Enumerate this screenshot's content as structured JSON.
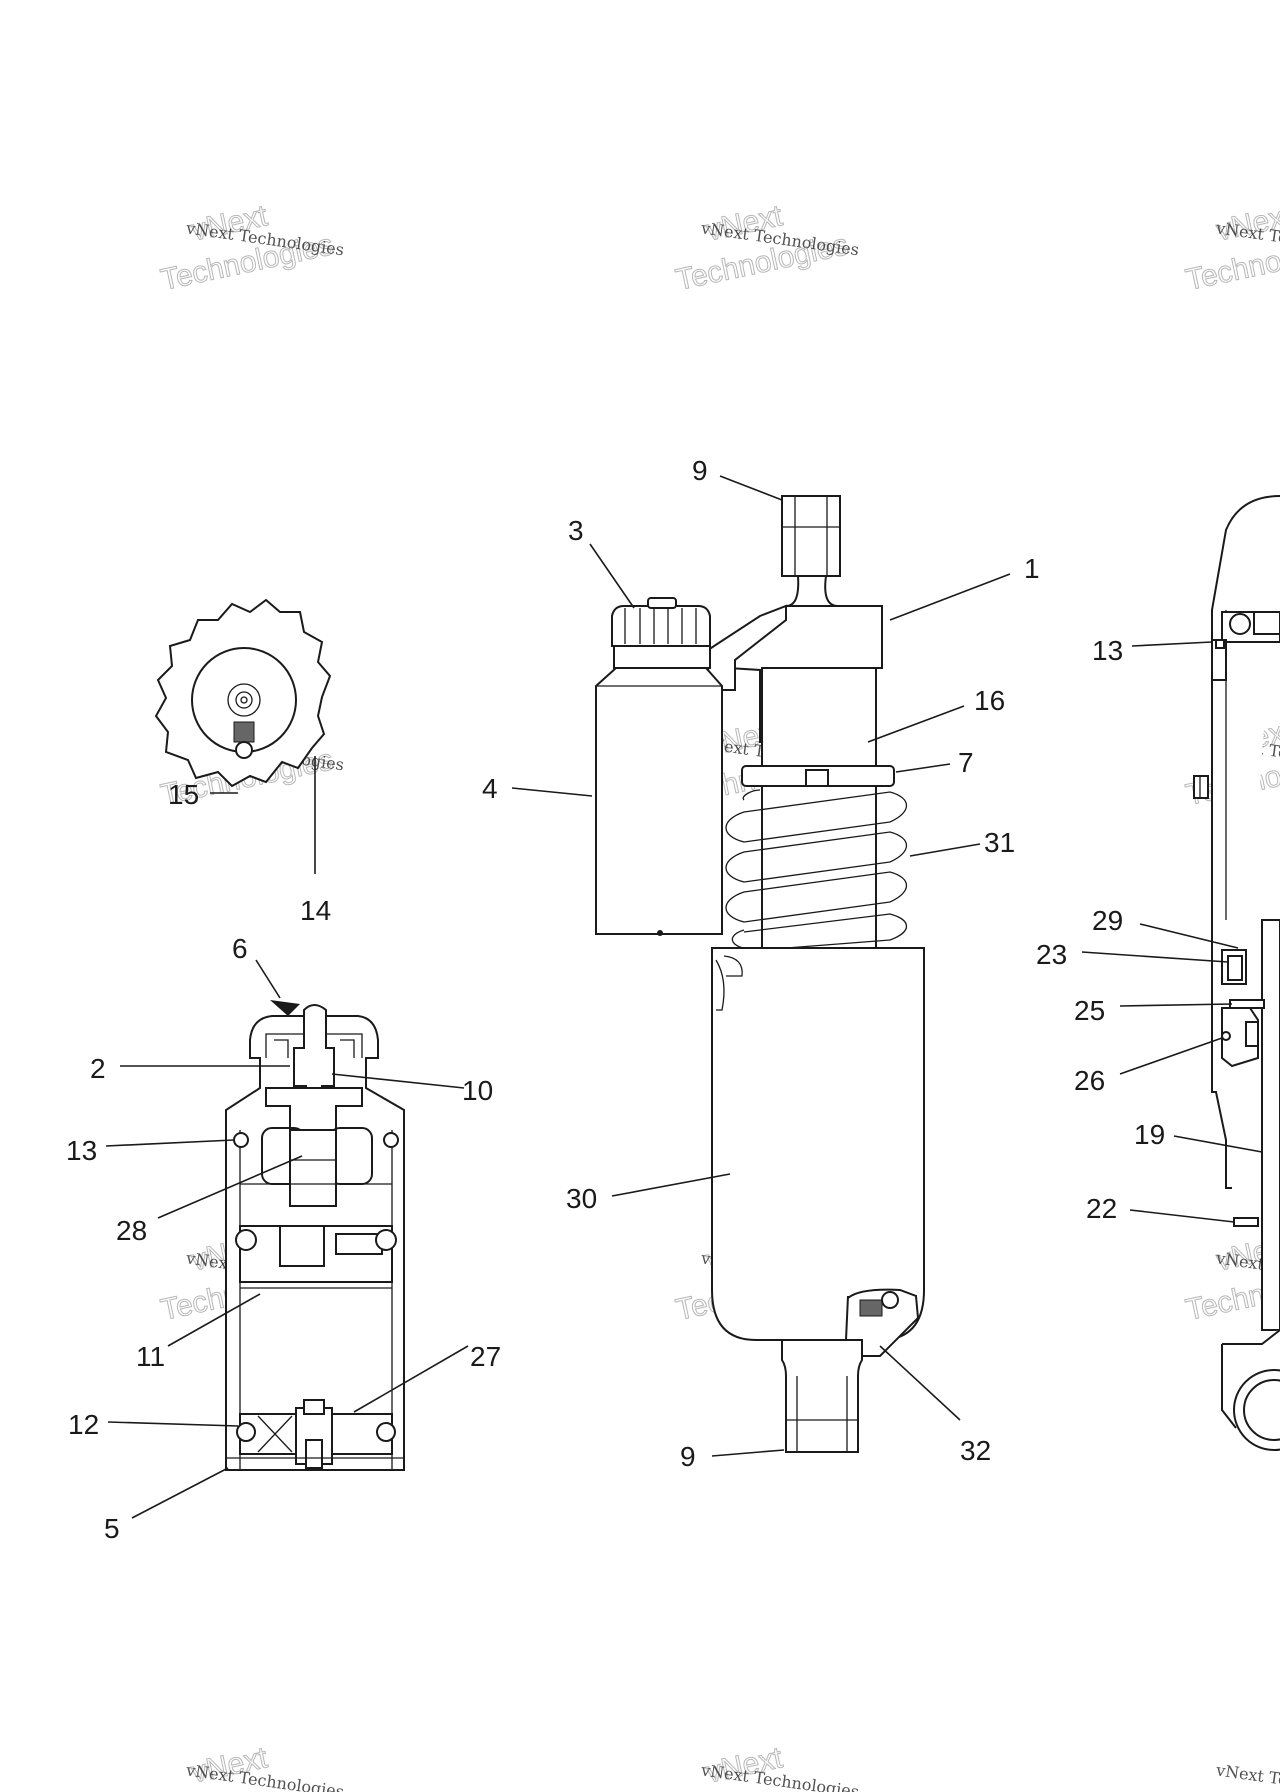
{
  "watermark": {
    "line1": "vNext",
    "line2": "vNext Technologies",
    "line3": "Technologies"
  },
  "callouts": {
    "c1": "1",
    "c2": "2",
    "c3": "3",
    "c4": "4",
    "c5": "5",
    "c6": "6",
    "c7": "7",
    "c9_top": "9",
    "c9_bottom": "9",
    "c10": "10",
    "c11": "11",
    "c12": "12",
    "c13_left": "13",
    "c13_right": "13",
    "c14": "14",
    "c15": "15",
    "c16": "16",
    "c19": "19",
    "c22": "22",
    "c23": "23",
    "c25": "25",
    "c26": "26",
    "c27": "27",
    "c28": "28",
    "c29": "29",
    "c30": "30",
    "c31": "31",
    "c32": "32"
  }
}
